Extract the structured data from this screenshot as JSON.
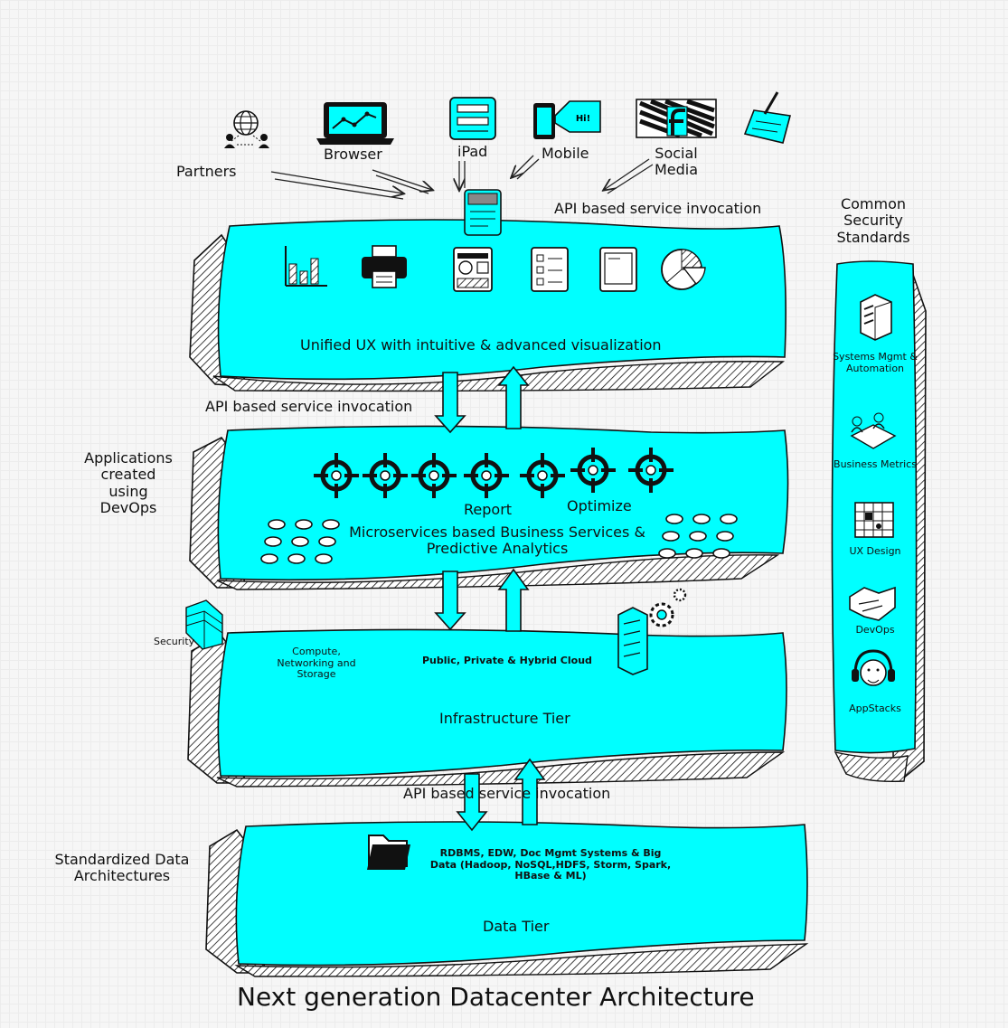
{
  "colors": {
    "tier_fill": "#00FFFF",
    "ink": "#111111",
    "background": "#f6f6f6"
  },
  "clients": {
    "partners": "Partners",
    "browser": "Browser",
    "ipad": "iPad",
    "mobile": "Mobile",
    "social_media": "Social\nMedia",
    "mobile_screen_text": "Hi!"
  },
  "api_invocation": {
    "top": "API based service invocation",
    "middle": "API based service invocation",
    "bottom": "API based service invocation"
  },
  "tiers": {
    "ux": {
      "label": "Unified UX with intuitive & advanced visualization",
      "icons": [
        "bar-chart-icon",
        "printer-icon",
        "dashboard-icon",
        "checklist-icon",
        "document-icon",
        "pie-chart-icon"
      ]
    },
    "services": {
      "label": "Microservices based Business Services &\nPredictive Analytics",
      "report": "Report",
      "optimize": "Optimize",
      "side_note": "Applications\ncreated\nusing\nDevOps"
    },
    "infrastructure": {
      "label": "Infrastructure Tier",
      "compute": "Compute,\nNetworking and\nStorage",
      "cloud": "Public, Private & Hybrid Cloud",
      "security": "Security"
    },
    "data": {
      "label": "Data Tier",
      "details": "RDBMS, EDW, Doc Mgmt Systems & Big\nData (Hadoop, NoSQL,HDFS, Storm, Spark,\nHBase & ML)",
      "side_note": "Standardized Data\nArchitectures"
    }
  },
  "security_column": {
    "heading": "Common\nSecurity\nStandards",
    "items": [
      "Systems Mgmt &\nAutomation",
      "Business Metrics",
      "UX Design",
      "DevOps",
      "AppStacks"
    ]
  },
  "title": "Next generation Datacenter Architecture"
}
